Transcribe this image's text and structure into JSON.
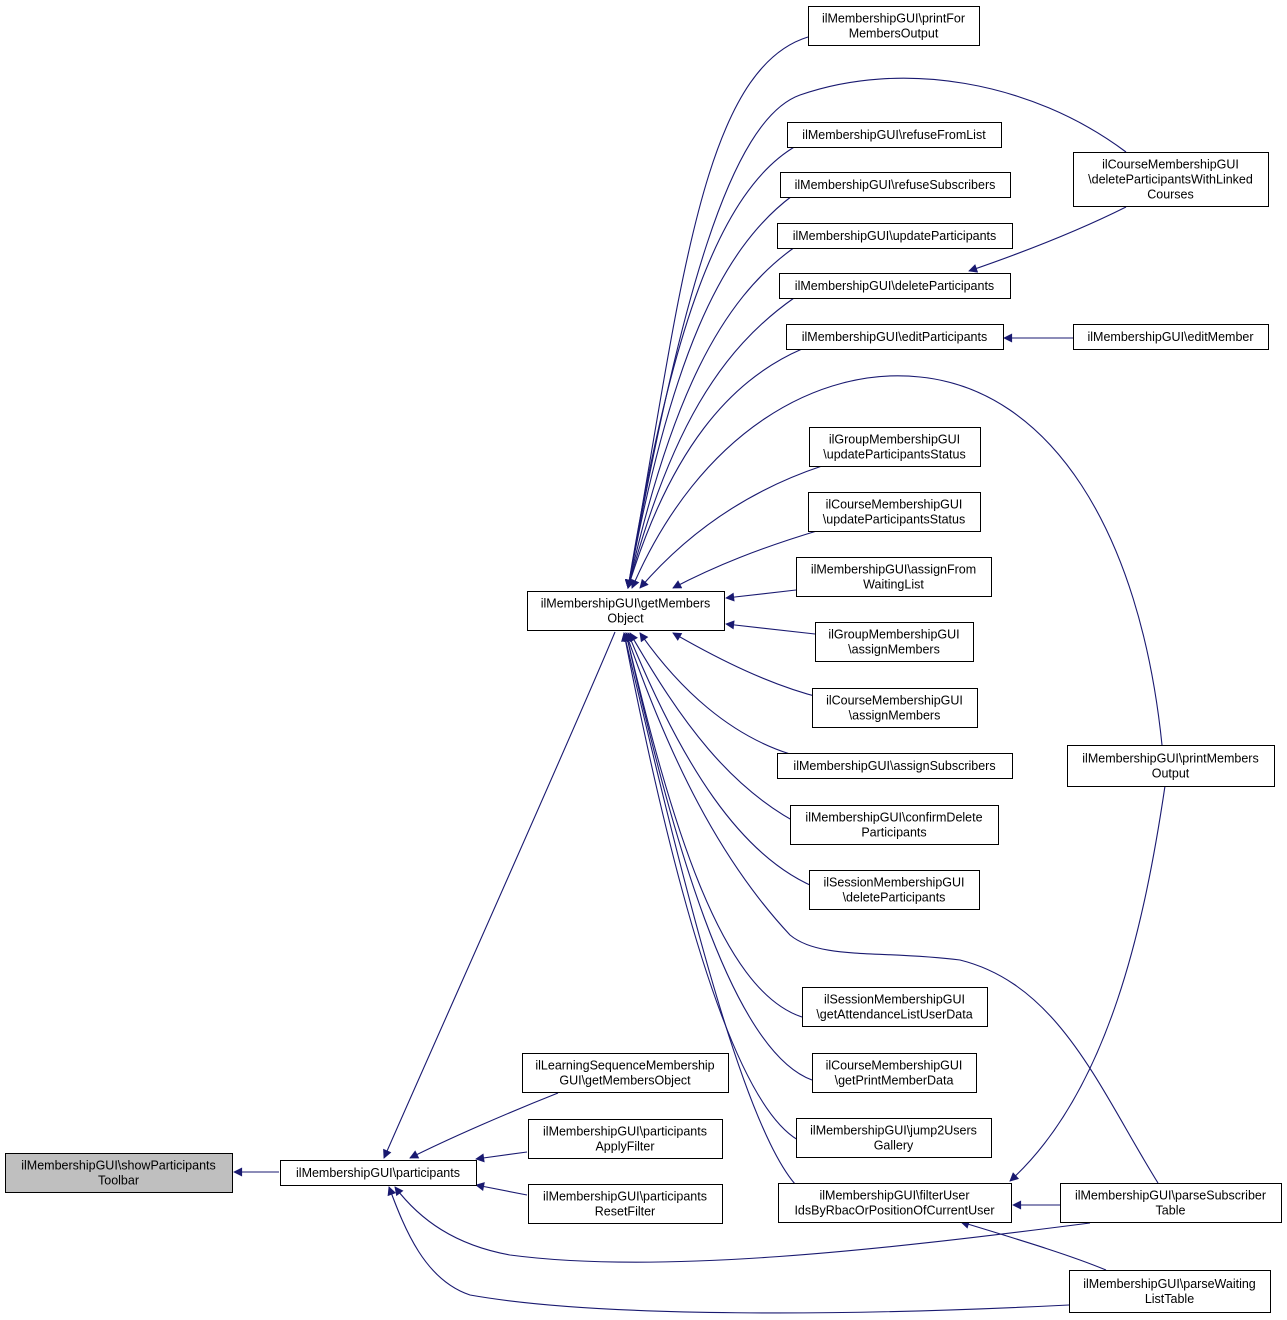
{
  "diagram": {
    "colors": {
      "edge": "#191970",
      "root_fill": "#bfbfbf",
      "node_fill": "#ffffff",
      "node_border": "#000000"
    },
    "nodes": [
      {
        "id": "showParticipantsToolbar",
        "lines": [
          "ilMembershipGUI\\showParticipants",
          "Toolbar"
        ],
        "root": true
      },
      {
        "id": "participants",
        "lines": [
          "ilMembershipGUI\\participants"
        ]
      },
      {
        "id": "getMembersObject",
        "lines": [
          "ilMembershipGUI\\getMembers",
          "Object"
        ]
      },
      {
        "id": "lsGetMembersObject",
        "lines": [
          "ilLearningSequenceMembership",
          "GUI\\getMembersObject"
        ]
      },
      {
        "id": "participantsApplyFilter",
        "lines": [
          "ilMembershipGUI\\participants",
          "ApplyFilter"
        ]
      },
      {
        "id": "participantsResetFilter",
        "lines": [
          "ilMembershipGUI\\participants",
          "ResetFilter"
        ]
      },
      {
        "id": "printForMembersOutput",
        "lines": [
          "ilMembershipGUI\\printFor",
          "MembersOutput"
        ]
      },
      {
        "id": "refuseFromList",
        "lines": [
          "ilMembershipGUI\\refuseFromList"
        ]
      },
      {
        "id": "refuseSubscribers",
        "lines": [
          "ilMembershipGUI\\refuseSubscribers"
        ]
      },
      {
        "id": "updateParticipants",
        "lines": [
          "ilMembershipGUI\\updateParticipants"
        ]
      },
      {
        "id": "deleteParticipants",
        "lines": [
          "ilMembershipGUI\\deleteParticipants"
        ]
      },
      {
        "id": "editParticipants",
        "lines": [
          "ilMembershipGUI\\editParticipants"
        ]
      },
      {
        "id": "grpUpdateParticipantsStatus",
        "lines": [
          "ilGroupMembershipGUI",
          "\\updateParticipantsStatus"
        ]
      },
      {
        "id": "crsUpdateParticipantsStatus",
        "lines": [
          "ilCourseMembershipGUI",
          "\\updateParticipantsStatus"
        ]
      },
      {
        "id": "assignFromWaitingList",
        "lines": [
          "ilMembershipGUI\\assignFrom",
          "WaitingList"
        ]
      },
      {
        "id": "grpAssignMembers",
        "lines": [
          "ilGroupMembershipGUI",
          "\\assignMembers"
        ]
      },
      {
        "id": "crsAssignMembers",
        "lines": [
          "ilCourseMembershipGUI",
          "\\assignMembers"
        ]
      },
      {
        "id": "assignSubscribers",
        "lines": [
          "ilMembershipGUI\\assignSubscribers"
        ]
      },
      {
        "id": "confirmDeleteParticipants",
        "lines": [
          "ilMembershipGUI\\confirmDelete",
          "Participants"
        ]
      },
      {
        "id": "sessDeleteParticipants",
        "lines": [
          "ilSessionMembershipGUI",
          "\\deleteParticipants"
        ]
      },
      {
        "id": "sessGetAttendanceListUserData",
        "lines": [
          "ilSessionMembershipGUI",
          "\\getAttendanceListUserData"
        ]
      },
      {
        "id": "crsGetPrintMemberData",
        "lines": [
          "ilCourseMembershipGUI",
          "\\getPrintMemberData"
        ]
      },
      {
        "id": "jump2UsersGallery",
        "lines": [
          "ilMembershipGUI\\jump2Users",
          "Gallery"
        ]
      },
      {
        "id": "filterUserIds",
        "lines": [
          "ilMembershipGUI\\filterUser",
          "IdsByRbacOrPositionOfCurrentUser"
        ]
      },
      {
        "id": "crsDeleteParticipantsWithLinkedCourses",
        "lines": [
          "ilCourseMembershipGUI",
          "\\deleteParticipantsWithLinked",
          "Courses"
        ]
      },
      {
        "id": "editMember",
        "lines": [
          "ilMembershipGUI\\editMember"
        ]
      },
      {
        "id": "printMembersOutput",
        "lines": [
          "ilMembershipGUI\\printMembers",
          "Output"
        ]
      },
      {
        "id": "parseSubscriberTable",
        "lines": [
          "ilMembershipGUI\\parseSubscriber",
          "Table"
        ]
      },
      {
        "id": "parseWaitingListTable",
        "lines": [
          "ilMembershipGUI\\parseWaiting",
          "ListTable"
        ]
      }
    ],
    "edges": [
      {
        "from": "participants",
        "to": "showParticipantsToolbar"
      },
      {
        "from": "getMembersObject",
        "to": "participants"
      },
      {
        "from": "lsGetMembersObject",
        "to": "participants"
      },
      {
        "from": "participantsApplyFilter",
        "to": "participants"
      },
      {
        "from": "participantsResetFilter",
        "to": "participants"
      },
      {
        "from": "parseSubscriberTable",
        "to": "participants"
      },
      {
        "from": "parseWaitingListTable",
        "to": "participants"
      },
      {
        "from": "printForMembersOutput",
        "to": "getMembersObject"
      },
      {
        "from": "crsDeleteParticipantsWithLinkedCourses",
        "to": "getMembersObject"
      },
      {
        "from": "refuseFromList",
        "to": "getMembersObject"
      },
      {
        "from": "refuseSubscribers",
        "to": "getMembersObject"
      },
      {
        "from": "updateParticipants",
        "to": "getMembersObject"
      },
      {
        "from": "deleteParticipants",
        "to": "getMembersObject"
      },
      {
        "from": "editParticipants",
        "to": "getMembersObject"
      },
      {
        "from": "printMembersOutput",
        "to": "getMembersObject"
      },
      {
        "from": "grpUpdateParticipantsStatus",
        "to": "getMembersObject"
      },
      {
        "from": "crsUpdateParticipantsStatus",
        "to": "getMembersObject"
      },
      {
        "from": "assignFromWaitingList",
        "to": "getMembersObject"
      },
      {
        "from": "grpAssignMembers",
        "to": "getMembersObject"
      },
      {
        "from": "crsAssignMembers",
        "to": "getMembersObject"
      },
      {
        "from": "assignSubscribers",
        "to": "getMembersObject"
      },
      {
        "from": "confirmDeleteParticipants",
        "to": "getMembersObject"
      },
      {
        "from": "sessDeleteParticipants",
        "to": "getMembersObject"
      },
      {
        "from": "parseSubscriberTable",
        "to": "getMembersObject"
      },
      {
        "from": "sessGetAttendanceListUserData",
        "to": "getMembersObject"
      },
      {
        "from": "crsGetPrintMemberData",
        "to": "getMembersObject"
      },
      {
        "from": "jump2UsersGallery",
        "to": "getMembersObject"
      },
      {
        "from": "filterUserIds",
        "to": "getMembersObject"
      },
      {
        "from": "crsDeleteParticipantsWithLinkedCourses",
        "to": "deleteParticipants"
      },
      {
        "from": "editMember",
        "to": "editParticipants"
      },
      {
        "from": "printMembersOutput",
        "to": "filterUserIds"
      },
      {
        "from": "parseSubscriberTable",
        "to": "filterUserIds"
      },
      {
        "from": "parseWaitingListTable",
        "to": "filterUserIds"
      }
    ]
  }
}
